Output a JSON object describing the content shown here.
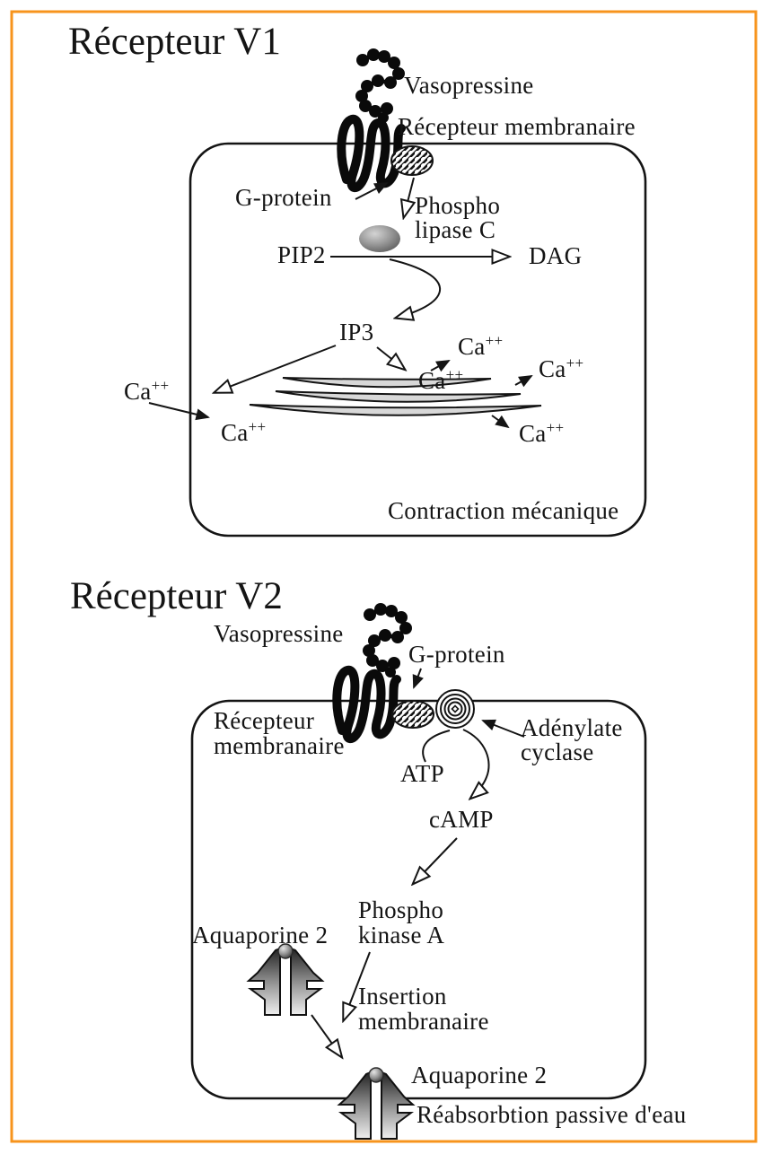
{
  "frame": {
    "border_color": "#F7941D"
  },
  "v1": {
    "title": "Récepteur V1",
    "labels": {
      "vasopressine": "Vasopressine",
      "recepteur_membranaire": "Récepteur membranaire",
      "g_protein": "G-protein",
      "phospho": "Phospho",
      "lipase_c": "lipase C",
      "pip2": "PIP2",
      "dag": "DAG",
      "ip3": "IP3",
      "ca_base": "Ca",
      "ca_sup": "++",
      "contraction": "Contraction mécanique"
    }
  },
  "v2": {
    "title": "Récepteur V2",
    "labels": {
      "vasopressine": "Vasopressine",
      "g_protein": "G-protein",
      "recepteur": "Récepteur",
      "membranaire": "membranaire",
      "adenylate": "Adénylate",
      "cyclase": "cyclase",
      "atp": "ATP",
      "camp": "cAMP",
      "phospho": "Phospho",
      "kinase_a": "kinase A",
      "aquaporine_2": "Aquaporine 2",
      "insertion": "Insertion",
      "membranaire_2": "membranaire",
      "aquaporine_2_bottom": "Aquaporine 2",
      "reabsorbtion": "Réabsorbtion passive d'eau"
    }
  },
  "icons": {
    "vasopressine-molecule-icon": "black bead-chain blob",
    "membrane-receptor-icon": "black coiled scribble crossing membrane",
    "g-protein-icon": "diagonally hatched ellipse",
    "phospholipase-c-icon": "shaded gray ellipse",
    "adenylate-cyclase-icon": "concentric rings",
    "er-cisternae-icon": "stacked gray lenses",
    "aquaporin-channel-icon": "gradient split channel with ball"
  }
}
